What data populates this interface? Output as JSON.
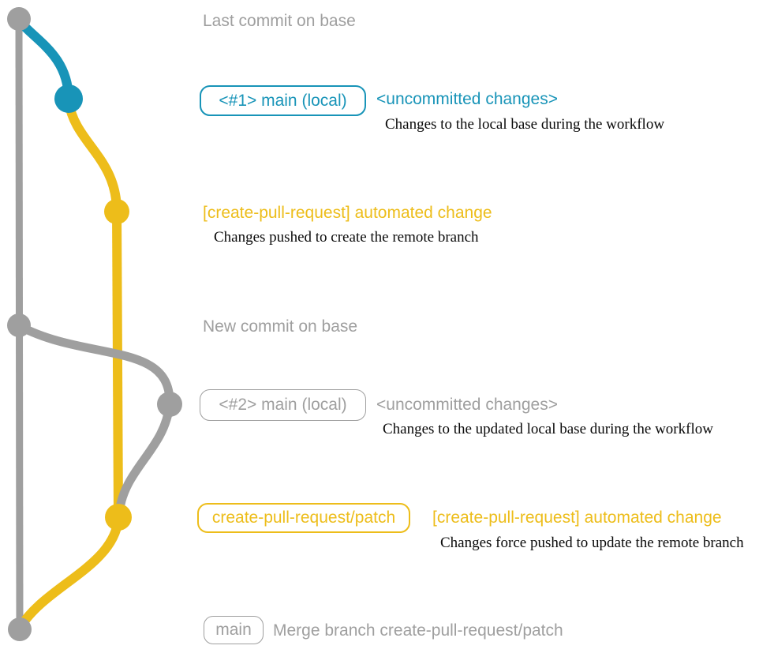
{
  "colors": {
    "gray": "#9f9f9f",
    "blue": "#1894b8",
    "yellow": "#edbd1a",
    "text_dark": "#0a0a0a",
    "background": "#ffffff"
  },
  "diagram": {
    "base": {
      "last_commit_label": "Last commit on base",
      "new_commit_label": "New commit on base"
    },
    "step1": {
      "badge": "<#1> main (local)",
      "heading": "<uncommitted changes>",
      "description": "Changes to the local base during the workflow"
    },
    "step2": {
      "heading": "[create-pull-request] automated change",
      "description": "Changes pushed to create the remote branch"
    },
    "step3": {
      "badge": "<#2> main (local)",
      "heading": "<uncommitted changes>",
      "description": "Changes to the updated local base during the workflow"
    },
    "step4": {
      "badge": "create-pull-request/patch",
      "heading": "[create-pull-request] automated change",
      "description": "Changes force pushed to update the remote branch"
    },
    "merge": {
      "badge": "main",
      "label": "Merge branch create-pull-request/patch"
    }
  }
}
